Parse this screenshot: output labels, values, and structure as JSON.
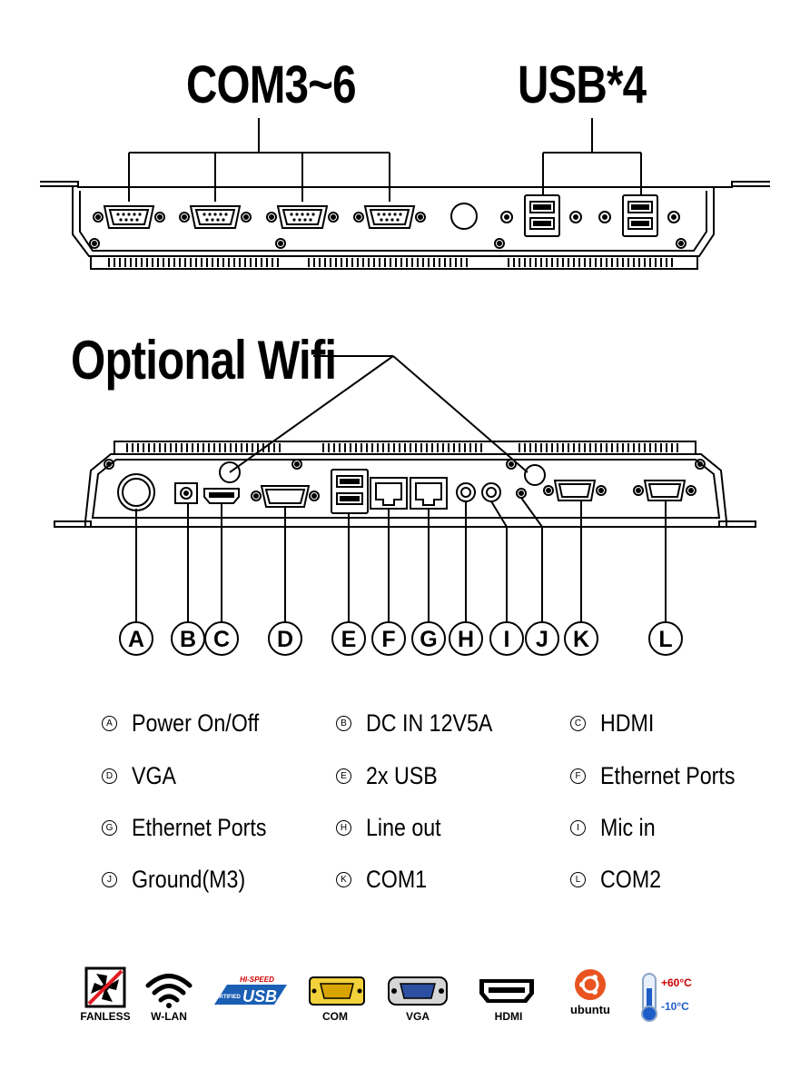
{
  "titles": {
    "com": "COM3~6",
    "usb": "USB*4",
    "wifi": "Optional Wifi"
  },
  "callouts": [
    {
      "letter": "A"
    },
    {
      "letter": "B"
    },
    {
      "letter": "C"
    },
    {
      "letter": "D"
    },
    {
      "letter": "E"
    },
    {
      "letter": "F"
    },
    {
      "letter": "G"
    },
    {
      "letter": "H"
    },
    {
      "letter": "I"
    },
    {
      "letter": "J"
    },
    {
      "letter": "K"
    },
    {
      "letter": "L"
    }
  ],
  "legend": [
    {
      "letter": "A",
      "label": "Power On/Off"
    },
    {
      "letter": "B",
      "label": "DC IN 12V5A"
    },
    {
      "letter": "C",
      "label": "HDMI"
    },
    {
      "letter": "D",
      "label": "VGA"
    },
    {
      "letter": "E",
      "label": "2x USB"
    },
    {
      "letter": "F",
      "label": "Ethernet Ports"
    },
    {
      "letter": "G",
      "label": "Ethernet Ports"
    },
    {
      "letter": "H",
      "label": "Line out"
    },
    {
      "letter": "I",
      "label": "Mic in"
    },
    {
      "letter": "J",
      "label": "Ground(M3)"
    },
    {
      "letter": "K",
      "label": "COM1"
    },
    {
      "letter": "L",
      "label": "COM2"
    }
  ],
  "feature_icons": {
    "fanless": "FANLESS",
    "wlan": "W-LAN",
    "usb_small": "HI-SPEED",
    "usb_cert": "CERTIFIED",
    "usb_logo": "USB",
    "com": "COM",
    "vga": "VGA",
    "hdmi": "HDMI",
    "ubuntu": "ubuntu",
    "temp_high": "+60°C",
    "temp_low": "-10°C"
  },
  "colors": {
    "line": "#000000",
    "usb_blue": "#1a5fb4",
    "com_yellow": "#f2d13a",
    "vga_blue": "#2d4fa0",
    "ubuntu_orange": "#e95420",
    "temp_red": "#d10000",
    "temp_blue": "#1e5cc8"
  }
}
